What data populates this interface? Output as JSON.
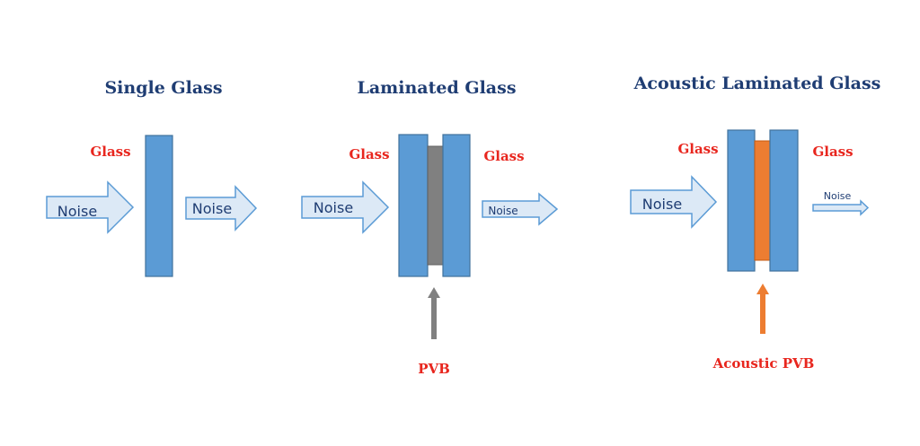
{
  "panels": [
    {
      "title": "Single Glass",
      "glass_label": "Glass",
      "noise_in": "Noise",
      "noise_out": "Noise"
    },
    {
      "title": "Laminated Glass",
      "glass_label_left": "Glass",
      "glass_label_right": "Glass",
      "noise_in": "Noise",
      "noise_out": "Noise",
      "interlayer_label": "PVB",
      "interlayer_color": "#808080"
    },
    {
      "title": "Acoustic Laminated Glass",
      "glass_label_left": "Glass",
      "glass_label_right": "Glass",
      "noise_in": "Noise",
      "noise_out": "Noise",
      "interlayer_label": "Acoustic PVB",
      "interlayer_color": "#ed7d31"
    }
  ],
  "colors": {
    "glass": "#5b9bd5",
    "arrow_fill": "#dce9f6",
    "label_red": "#e8261e",
    "title_navy": "#1f3d73"
  }
}
